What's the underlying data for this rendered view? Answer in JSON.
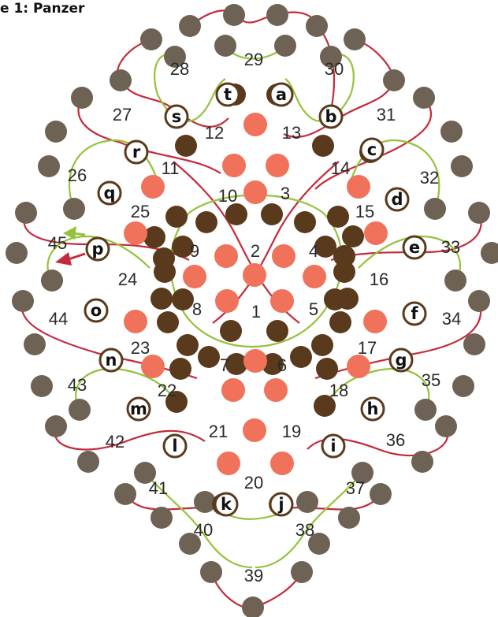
{
  "title": "e 1: Panzer",
  "colors": {
    "outer_bead": "#6e6254",
    "inner_dark_bead": "#5a3a1c",
    "accent_bead": "#f0725a",
    "red_thread": "#c42a3c",
    "green_thread": "#94c23c",
    "label_bg": "#ffffff"
  },
  "region_numbers": [
    "1",
    "2",
    "3",
    "4",
    "5",
    "6",
    "7",
    "8",
    "9",
    "10",
    "11",
    "12",
    "13",
    "14",
    "15",
    "16",
    "17",
    "18",
    "19",
    "20",
    "21",
    "22",
    "23",
    "24",
    "25",
    "26",
    "27",
    "28",
    "29",
    "30",
    "31",
    "32",
    "33",
    "34",
    "35",
    "36",
    "37",
    "38",
    "39",
    "40",
    "41",
    "42",
    "43",
    "44",
    "45"
  ],
  "anchor_letters": [
    "a",
    "b",
    "c",
    "d",
    "e",
    "f",
    "g",
    "h",
    "i",
    "j",
    "k",
    "l",
    "m",
    "n",
    "o",
    "p",
    "q",
    "r",
    "s",
    "t"
  ],
  "start_arrows": [
    {
      "name": "green-start-arrow",
      "color": "green"
    },
    {
      "name": "red-start-arrow",
      "color": "red"
    }
  ]
}
